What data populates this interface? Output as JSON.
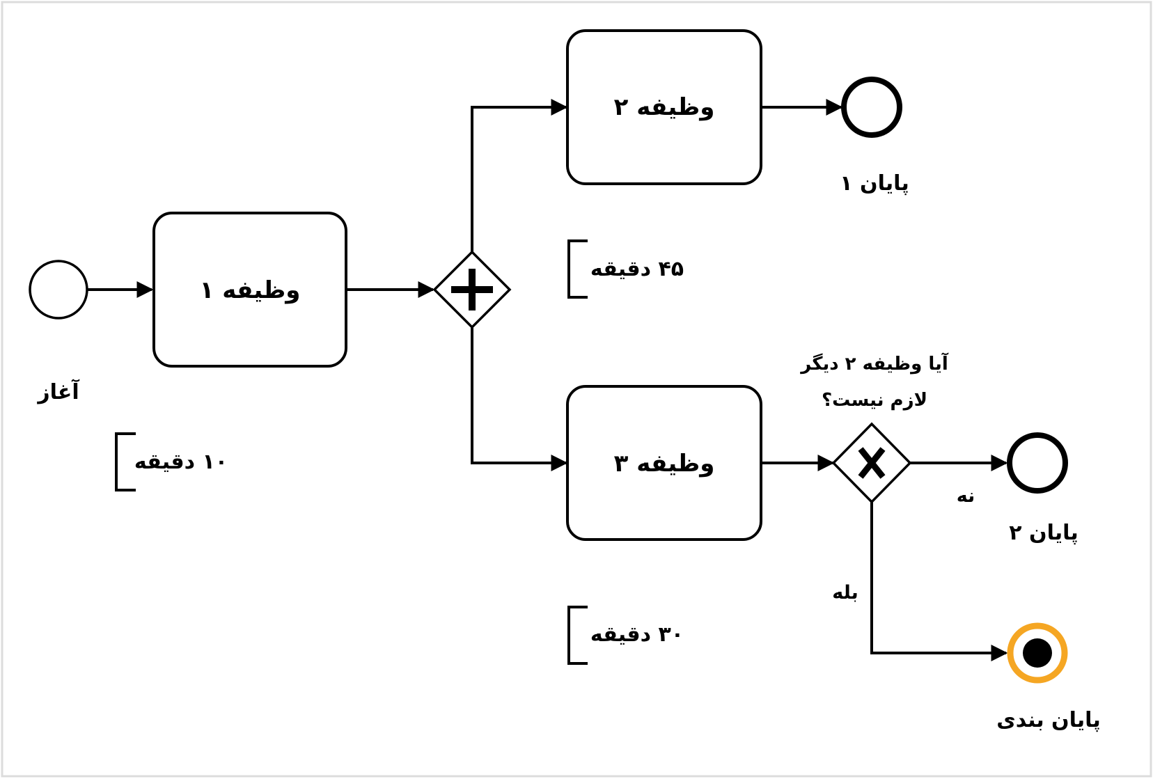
{
  "events": {
    "start": {
      "label": "آغاز"
    },
    "end1": {
      "label": "پایان ۱"
    },
    "end2": {
      "label": "پایان ۲"
    },
    "end_final": {
      "label": "پایان بندی"
    }
  },
  "tasks": {
    "task1": {
      "label": "وظیفه ۱"
    },
    "task2": {
      "label": "وظیفه ۲"
    },
    "task3": {
      "label": "وظیفه ۳"
    }
  },
  "durations": {
    "task1": "۱۰ دقیقه",
    "task2": "۴۵ دقیقه",
    "task3": "۳۰ دقیقه"
  },
  "gateway_question": {
    "line1": "آیا وظیفه ۲ دیگر",
    "line2": "لازم نیست؟"
  },
  "flows": {
    "no": "نه",
    "yes": "بله"
  },
  "colors": {
    "stroke": "#000000",
    "final_end_ring": "#F5A623"
  }
}
